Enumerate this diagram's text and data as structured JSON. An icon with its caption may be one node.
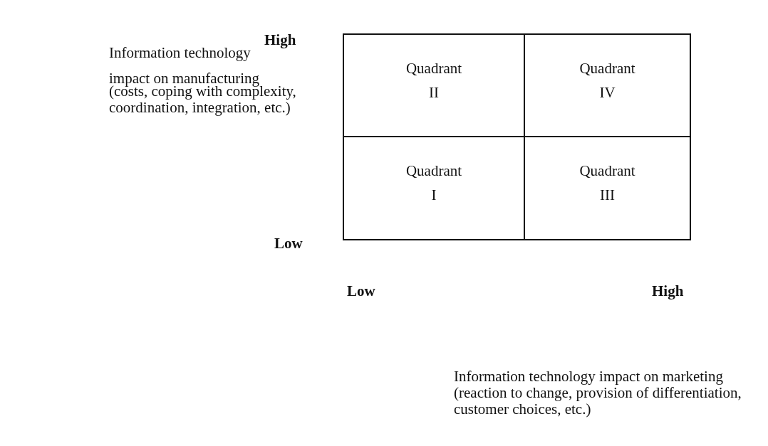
{
  "diagram": {
    "nodes": [
      {
        "text": [
          "Quadrant II"
        ]
      },
      {
        "text": [
          "Quadrant IV"
        ]
      },
      {
        "text": [
          "Quadrant I"
        ]
      },
      {
        "text": [
          "Quadrant III"
        ]
      }
    ],
    "labels": [
      "High",
      "Information technology impact on manufacturing",
      "(costs, coping with complexity, coordination, integration, etc.)",
      "Low",
      "Low",
      "High",
      "Information technology impact on marketing",
      "(reaction to change, provision of differentiation, customer choices, etc.)"
    ]
  }
}
